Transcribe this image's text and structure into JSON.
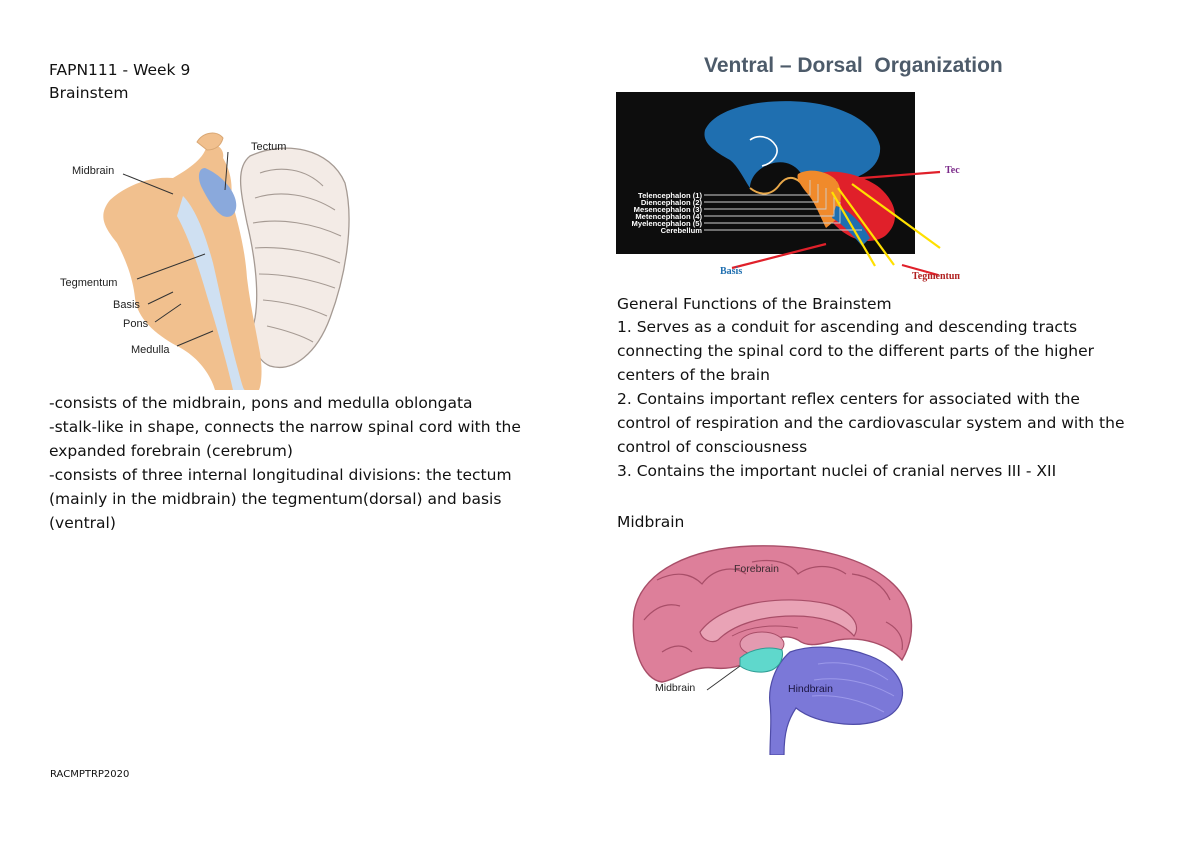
{
  "header": {
    "course": "FAPN111 - Week 9",
    "topic": "Brainstem"
  },
  "fig_brainstem": {
    "labels": {
      "tectum": "Tectum",
      "midbrain": "Midbrain",
      "tegmentum": "Tegmentum",
      "basis": "Basis",
      "pons": "Pons",
      "medulla": "Medulla"
    }
  },
  "description": [
    "-consists of the midbrain, pons and medulla oblongata",
    "-stalk-like in shape, connects the narrow spinal cord with the",
    "expanded forebrain (cerebrum)",
    "-consists of three internal longitudinal divisions: the tectum",
    "(mainly in the midbrain) the tegmentum(dorsal) and basis",
    "(ventral)"
  ],
  "fig_organization": {
    "title": "Ventral – Dorsal  Organization",
    "divisions": [
      "Telencephalon (1)",
      "Diencephalon (2)",
      "Mesencephalon (3)",
      "Metencephalon (4)",
      "Myelencephalon (5)",
      "Cerebellum"
    ],
    "tectum": "Tectum",
    "basis": "Basis",
    "tegmentum": "Tegmentum"
  },
  "functions": {
    "heading": "General Functions of the Brainstem",
    "lines": [
      "1. Serves as a conduit for ascending and descending tracts",
      "connecting the spinal cord to the different parts of the higher",
      "centers of the brain",
      "2. Contains important reflex centers for associated with the",
      "control of respiration and the cardiovascular system and with the",
      "control of consciousness",
      "3. Contains the important nuclei of cranial nerves III - XII"
    ]
  },
  "midbrain_section": {
    "heading": "Midbrain",
    "labels": {
      "forebrain": "Forebrain",
      "midbrain": "Midbrain",
      "hindbrain": "Hindbrain"
    }
  },
  "footer": "RACMPTRP2020",
  "colors": {
    "brainstem_tan": "#f1c08e",
    "tectum_blue": "#8aa9dc",
    "org_background": "#0d0d0d",
    "org_blue": "#1f6fb0",
    "org_red": "#e0202a",
    "org_title_gray": "#4d5b6a",
    "brain_pink": "#dd7f9a",
    "hindbrain_purple": "#7b78d8",
    "midbrain_teal": "#5fd8cc"
  }
}
